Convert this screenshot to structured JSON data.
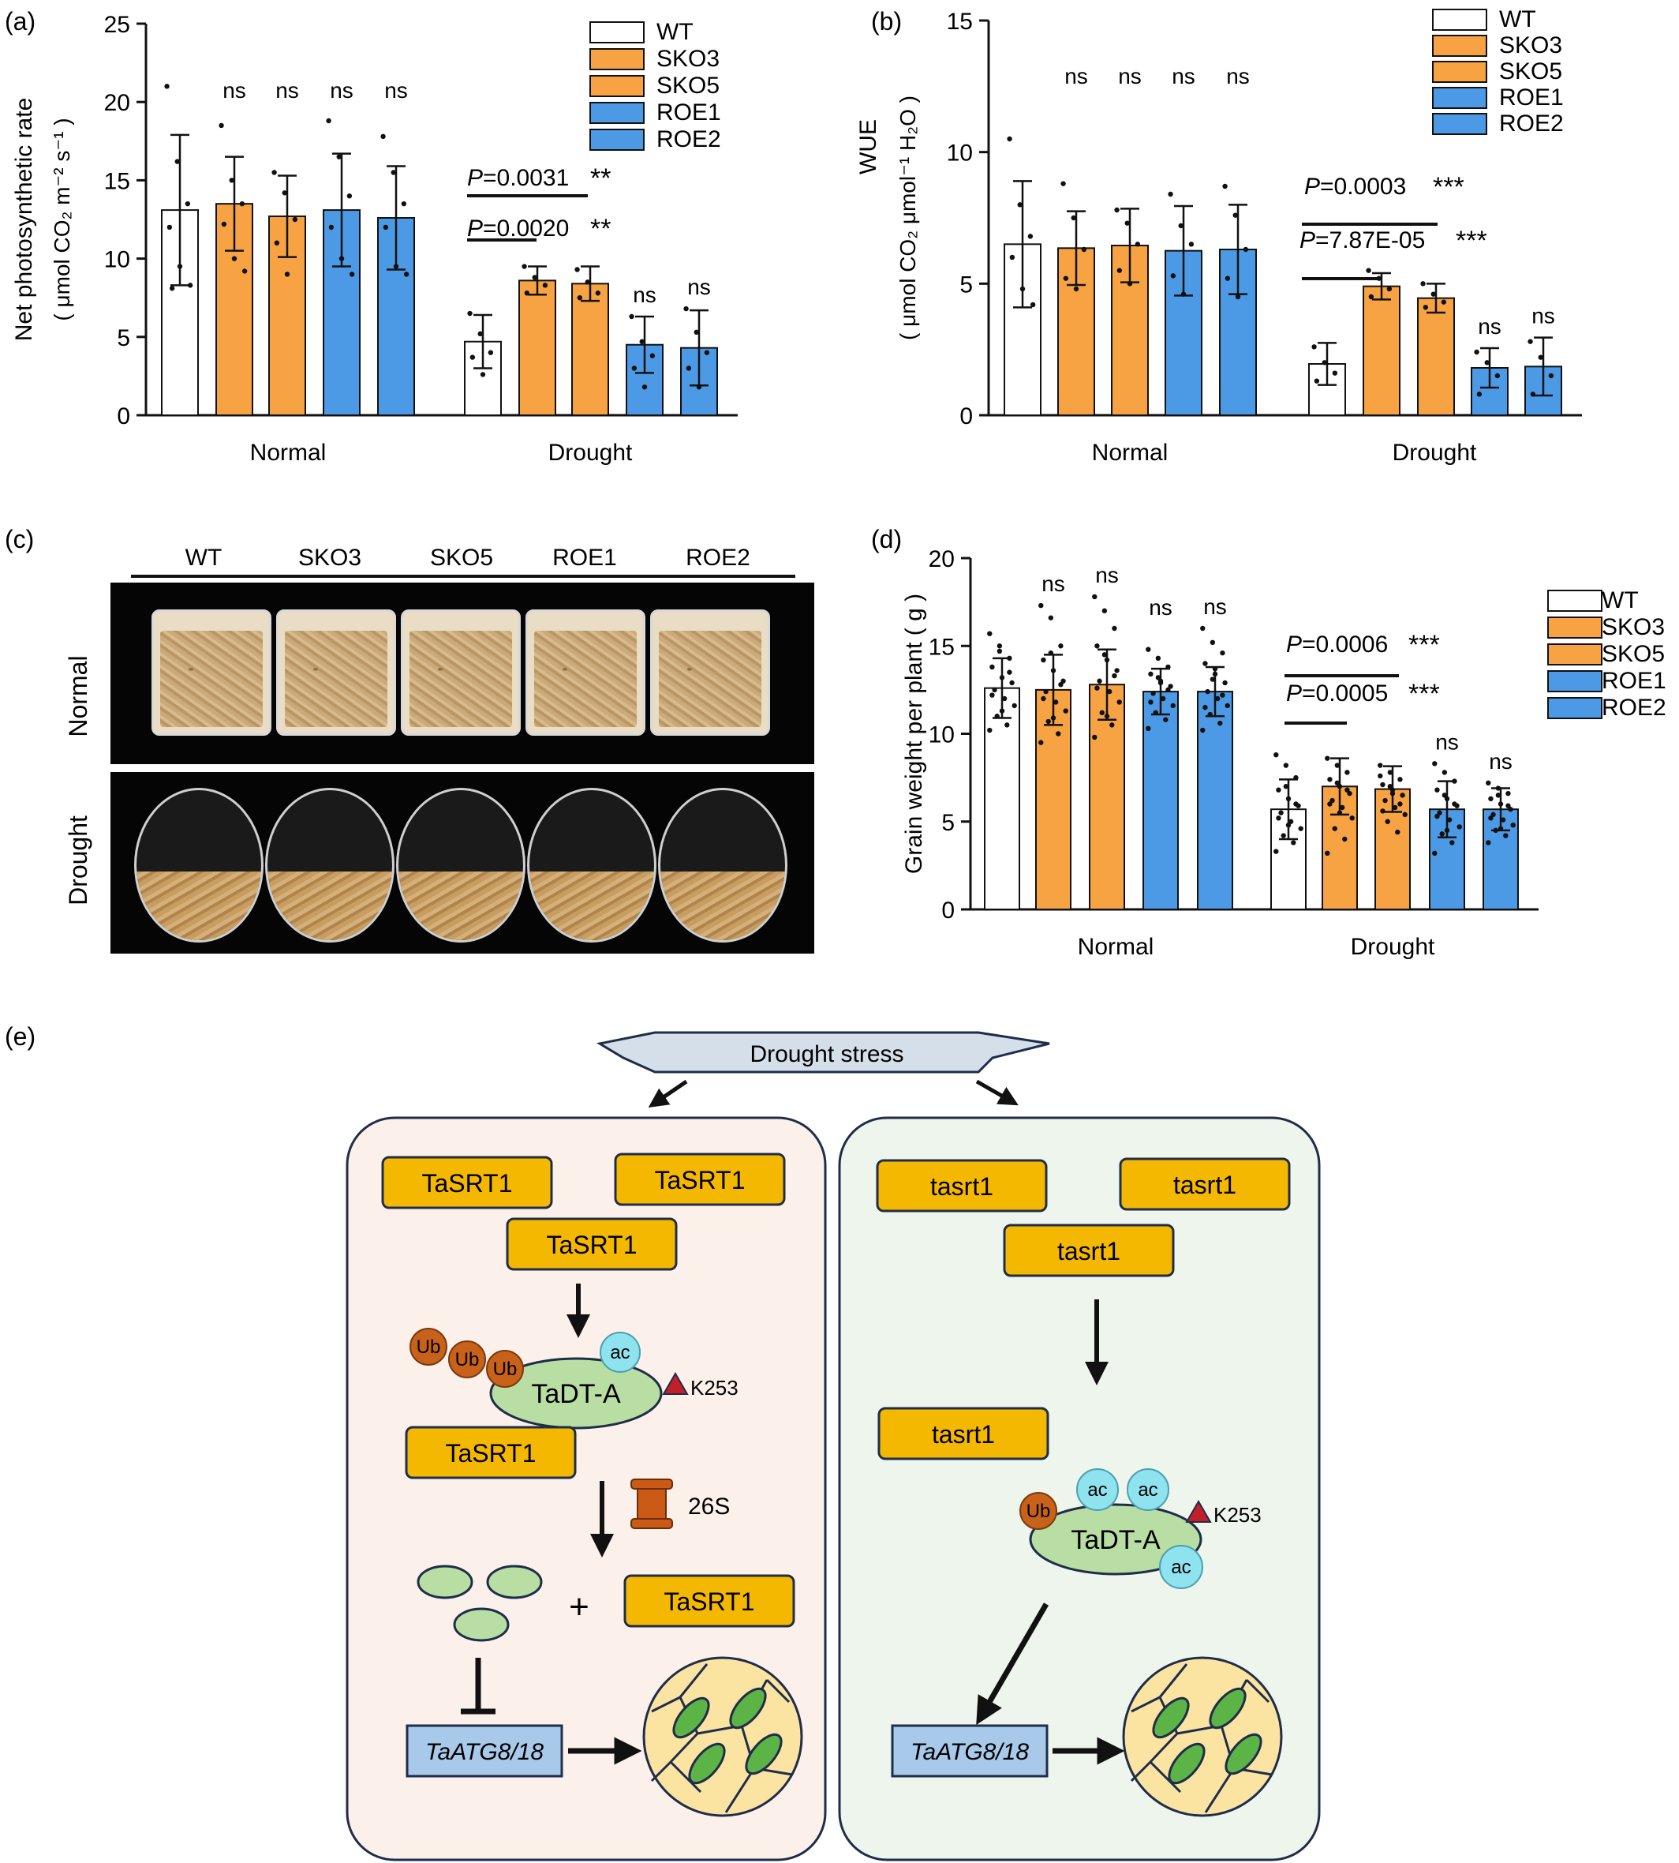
{
  "colors": {
    "wt": "#ffffff",
    "sko": "#f7a344",
    "roe": "#4c9ae6",
    "box_orange": "#f5b800",
    "box_blue": "#a9c9ea",
    "left_bg": "#fbf1ea",
    "right_bg": "#eef5ec",
    "oval": "#b9dea3",
    "ub": "#c8621a",
    "ac": "#8ee3ef",
    "k253": "#c21f2a",
    "proteasome": "#cc5a17",
    "cell_bg": "#fbe3a2",
    "chloroplast": "#5cb446"
  },
  "chart_data": [
    {
      "panel": "(a)",
      "type": "bar",
      "ylabel_line1": "Net photosynthetic rate",
      "ylabel_line2": "( μmol CO₂ m⁻² s⁻¹ )",
      "ylim": [
        0,
        25
      ],
      "yticks": [
        "0",
        "5",
        "10",
        "15",
        "20",
        "25"
      ],
      "groups": [
        "Normal",
        "Drought"
      ],
      "legend": [
        "WT",
        "SKO3",
        "SKO5",
        "ROE1",
        "ROE2"
      ],
      "series": [
        {
          "name": "WT",
          "values": [
            13.1,
            4.7
          ],
          "sd": [
            4.8,
            1.7
          ],
          "color": "wt"
        },
        {
          "name": "SKO3",
          "values": [
            13.5,
            8.6
          ],
          "sd": [
            3.0,
            0.9
          ],
          "color": "sko"
        },
        {
          "name": "SKO5",
          "values": [
            12.7,
            8.4
          ],
          "sd": [
            2.6,
            1.1
          ],
          "color": "sko"
        },
        {
          "name": "ROE1",
          "values": [
            13.1,
            4.5
          ],
          "sd": [
            3.6,
            1.8
          ],
          "color": "roe"
        },
        {
          "name": "ROE2",
          "values": [
            12.6,
            4.3
          ],
          "sd": [
            3.3,
            2.4
          ],
          "color": "roe"
        }
      ],
      "points": [
        [
          [
            21.0,
            16.2,
            13.5,
            12.0,
            9.5,
            8.3,
            8.1
          ],
          [
            6.5,
            5.2,
            4.0,
            3.7,
            2.6
          ]
        ],
        [
          [
            18.5,
            15.0,
            13.5,
            12.2,
            10.0,
            9.2
          ],
          [
            9.5,
            8.8,
            8.3,
            7.8
          ]
        ],
        [
          [
            15.5,
            14.2,
            12.5,
            11.0,
            9.0
          ],
          [
            9.3,
            8.5,
            7.8,
            7.5
          ]
        ],
        [
          [
            18.8,
            16.5,
            14.0,
            12.0,
            10.0,
            9.0
          ],
          [
            6.3,
            4.7,
            3.8,
            3.0,
            1.8
          ]
        ],
        [
          [
            17.8,
            15.5,
            13.5,
            12.0,
            9.5,
            9.0
          ],
          [
            6.8,
            5.3,
            4.0,
            3.0,
            1.8
          ]
        ]
      ],
      "annotations": [
        "ns",
        "ns",
        "ns",
        "ns",
        "ns",
        "ns"
      ],
      "sig": [
        {
          "text": "P=0.0031",
          "stars": "**"
        },
        {
          "text": "P=0.0020",
          "stars": "**"
        }
      ]
    },
    {
      "panel": "(b)",
      "type": "bar",
      "ylabel_line1": "WUE",
      "ylabel_line2": "( μmol CO₂ μmol⁻¹ H₂O )",
      "ylim": [
        0,
        15
      ],
      "yticks": [
        "0",
        "5",
        "10",
        "15"
      ],
      "groups": [
        "Normal",
        "Drought"
      ],
      "legend": [
        "WT",
        "SKO3",
        "SKO5",
        "ROE1",
        "ROE2"
      ],
      "series": [
        {
          "name": "WT",
          "values": [
            6.5,
            1.95
          ],
          "sd": [
            2.4,
            0.8
          ],
          "color": "wt"
        },
        {
          "name": "SKO3",
          "values": [
            6.35,
            4.9
          ],
          "sd": [
            1.4,
            0.5
          ],
          "color": "sko"
        },
        {
          "name": "SKO5",
          "values": [
            6.45,
            4.45
          ],
          "sd": [
            1.4,
            0.55
          ],
          "color": "sko"
        },
        {
          "name": "ROE1",
          "values": [
            6.25,
            1.8
          ],
          "sd": [
            1.7,
            0.75
          ],
          "color": "roe"
        },
        {
          "name": "ROE2",
          "values": [
            6.3,
            1.85
          ],
          "sd": [
            1.7,
            1.1
          ],
          "color": "roe"
        }
      ],
      "points": [
        [
          [
            10.5,
            8.0,
            6.8,
            6.0,
            4.8,
            4.2
          ],
          [
            2.6,
            2.0,
            1.6,
            1.3
          ]
        ],
        [
          [
            8.8,
            7.5,
            6.3,
            5.2,
            4.8
          ],
          [
            5.5,
            5.2,
            4.8,
            4.5
          ]
        ],
        [
          [
            7.8,
            7.3,
            6.5,
            5.5,
            5.0
          ],
          [
            5.0,
            4.6,
            4.3,
            4.1
          ]
        ],
        [
          [
            8.4,
            7.2,
            6.5,
            5.3,
            4.6
          ],
          [
            2.4,
            2.0,
            1.5,
            0.8
          ]
        ],
        [
          [
            8.7,
            7.6,
            6.3,
            5.2,
            4.5
          ],
          [
            2.8,
            2.2,
            1.5,
            0.8
          ]
        ]
      ],
      "annotations": [
        "ns",
        "ns",
        "ns",
        "ns",
        "ns",
        "ns"
      ],
      "sig": [
        {
          "text": "P=0.0003",
          "stars": "***"
        },
        {
          "text": "P=7.87E-05",
          "stars": "***"
        }
      ]
    },
    {
      "panel": "(d)",
      "type": "bar",
      "ylabel_line1": "Grain weight per plant ( g )",
      "ylabel_line2": "",
      "ylim": [
        0,
        20
      ],
      "yticks": [
        "0",
        "5",
        "10",
        "15",
        "20"
      ],
      "groups": [
        "Normal",
        "Drought"
      ],
      "legend": [
        "WT",
        "SKO3",
        "SKO5",
        "ROE1",
        "ROE2"
      ],
      "series": [
        {
          "name": "WT",
          "values": [
            12.6,
            5.7
          ],
          "sd": [
            1.7,
            1.7
          ],
          "color": "wt"
        },
        {
          "name": "SKO3",
          "values": [
            12.5,
            7.0
          ],
          "sd": [
            2.0,
            1.6
          ],
          "color": "sko"
        },
        {
          "name": "SKO5",
          "values": [
            12.8,
            6.85
          ],
          "sd": [
            2.0,
            1.3
          ],
          "color": "sko"
        },
        {
          "name": "ROE1",
          "values": [
            12.4,
            5.7
          ],
          "sd": [
            1.3,
            1.6
          ],
          "color": "roe"
        },
        {
          "name": "ROE2",
          "values": [
            12.4,
            5.7
          ],
          "sd": [
            1.4,
            1.2
          ],
          "color": "roe"
        }
      ],
      "points": [
        [
          [
            15.7,
            15.0,
            14.3,
            13.8,
            13.2,
            12.9,
            12.5,
            12.0,
            11.6,
            11.0,
            10.5,
            10.2,
            14.7,
            13.5,
            12.2,
            11.3
          ],
          [
            8.8,
            8.2,
            7.5,
            6.8,
            6.3,
            5.9,
            5.5,
            5.0,
            4.6,
            4.2,
            3.8,
            3.3,
            7.0,
            6.0,
            5.2,
            4.8
          ]
        ],
        [
          [
            17.3,
            16.6,
            15.0,
            14.2,
            13.6,
            13.0,
            12.4,
            11.8,
            11.3,
            10.7,
            10.0,
            9.5,
            14.6,
            12.8,
            12.0,
            10.9
          ],
          [
            8.6,
            8.2,
            7.8,
            7.4,
            7.0,
            6.6,
            6.2,
            5.8,
            5.2,
            4.6,
            4.0,
            3.2,
            7.2,
            6.8,
            6.0,
            5.5
          ]
        ],
        [
          [
            17.8,
            17.0,
            16.0,
            15.0,
            14.2,
            13.6,
            13.0,
            12.4,
            11.8,
            11.2,
            10.5,
            9.8,
            14.5,
            13.3,
            12.6,
            11.0
          ],
          [
            8.2,
            7.8,
            7.4,
            7.1,
            6.8,
            6.5,
            6.2,
            5.8,
            5.4,
            5.0,
            4.4,
            7.6,
            7.0,
            6.0,
            5.6,
            6.6
          ]
        ],
        [
          [
            14.8,
            14.3,
            13.8,
            13.4,
            13.0,
            12.7,
            12.3,
            12.0,
            11.6,
            11.2,
            10.8,
            10.3,
            13.2,
            12.5,
            11.8,
            12.9
          ],
          [
            8.3,
            7.8,
            7.3,
            6.8,
            6.3,
            5.9,
            5.5,
            5.1,
            4.7,
            4.3,
            3.8,
            3.2,
            6.5,
            6.0,
            5.3,
            4.5
          ]
        ],
        [
          [
            16.0,
            15.2,
            14.6,
            14.0,
            13.4,
            12.9,
            12.4,
            12.0,
            11.6,
            11.1,
            10.6,
            10.2,
            13.1,
            12.2,
            11.5,
            13.7
          ],
          [
            7.2,
            6.9,
            6.6,
            6.3,
            6.0,
            5.7,
            5.4,
            5.1,
            4.8,
            4.5,
            4.2,
            3.8,
            6.5,
            5.9,
            5.2,
            4.6
          ]
        ]
      ],
      "annotations": [
        "ns",
        "ns",
        "ns",
        "ns",
        "ns",
        "ns"
      ],
      "sig": [
        {
          "text": "P=0.0006",
          "stars": "***"
        },
        {
          "text": "P=0.0005",
          "stars": "***"
        }
      ]
    }
  ],
  "panel_c": {
    "label": "(c)",
    "columns": [
      "WT",
      "SKO3",
      "SKO5",
      "ROE1",
      "ROE2"
    ],
    "row_normal": "Normal",
    "row_drought": "Drought"
  },
  "diagram": {
    "label": "(e)",
    "stress": "Drought stress",
    "left": {
      "top_boxes": [
        "TaSRT1",
        "TaSRT1",
        "TaSRT1"
      ],
      "ub": "Ub",
      "ac": "ac",
      "protein": "TaDT-A",
      "site": "K253",
      "bound": "TaSRT1",
      "proteasome": "26S",
      "plus": "+",
      "released": "TaSRT1",
      "gene": "TaATG8/18"
    },
    "right": {
      "top_boxes": [
        "tasrt1",
        "tasrt1",
        "tasrt1"
      ],
      "middle_box": "tasrt1",
      "ub": "Ub",
      "ac": "ac",
      "protein": "TaDT-A",
      "site": "K253",
      "gene": "TaATG8/18"
    }
  }
}
